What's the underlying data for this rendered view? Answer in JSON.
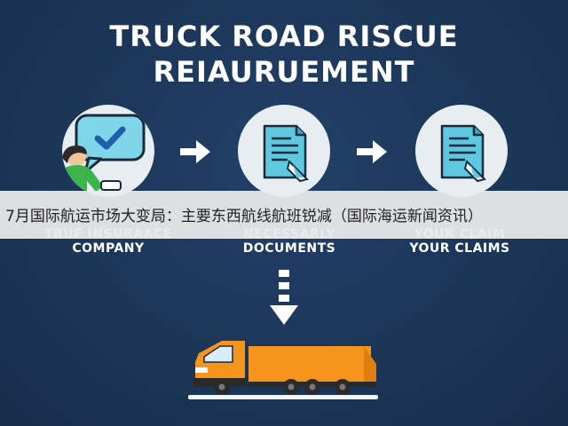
{
  "title": {
    "line1": "TRUCK ROAD RISCUE",
    "line2": "REIAURUEMENT"
  },
  "banner": {
    "text": "7月国际航运市场大变局：主要东西航线航班锐减（国际海运新闻资讯）"
  },
  "steps": [
    {
      "label_line1": "TRUF INSURAACE",
      "label_line2": "COMPANY",
      "icon": "person-checkmark-icon"
    },
    {
      "label_line1": "NECESSARLY",
      "label_line2": "DOCUMENTS",
      "icon": "document-icon"
    },
    {
      "label_line1": "YOUR CLAIM",
      "label_line2": "YOUR CLAIMS",
      "icon": "document-icon"
    }
  ],
  "colors": {
    "background": "#1d3557",
    "circle": "#e8edf1",
    "truck": "#f7941d",
    "document": "#5ec8e0",
    "speech_bubble": "#7fd6ea",
    "person": "#3cb44b",
    "arrow": "#ffffff"
  }
}
